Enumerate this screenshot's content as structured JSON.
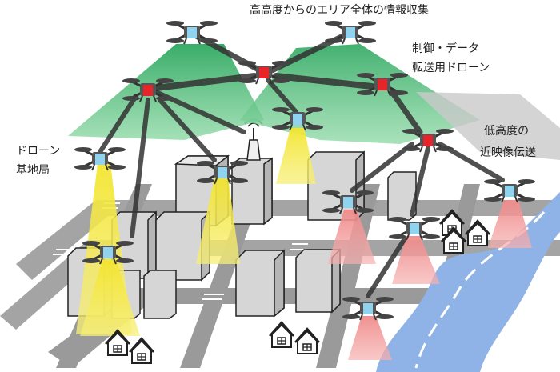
{
  "labels": {
    "top": "高高度からのエリア全体の情報収集",
    "relay_line1": "制御・データ",
    "relay_line2": "転送用ドローン",
    "base_line1": "ドローン",
    "base_line2": "基地局",
    "low_line1": "低高度の",
    "low_line2": "近映像伝送"
  },
  "colors": {
    "coverage_green": "#2ea860",
    "relay_drone_body": "#e8242b",
    "camera_drone_body": "#8fd3ee",
    "beam_yellow": "#f3e530",
    "beam_red": "#f08a8a",
    "river": "#8fb3e6",
    "road": "#9a9a9a",
    "building": "#d6d6d6"
  },
  "icons": {
    "relay_drone": "drone-red-icon",
    "camera_drone": "drone-blue-icon",
    "antenna": "antenna-tower-icon",
    "house": "house-icon"
  }
}
